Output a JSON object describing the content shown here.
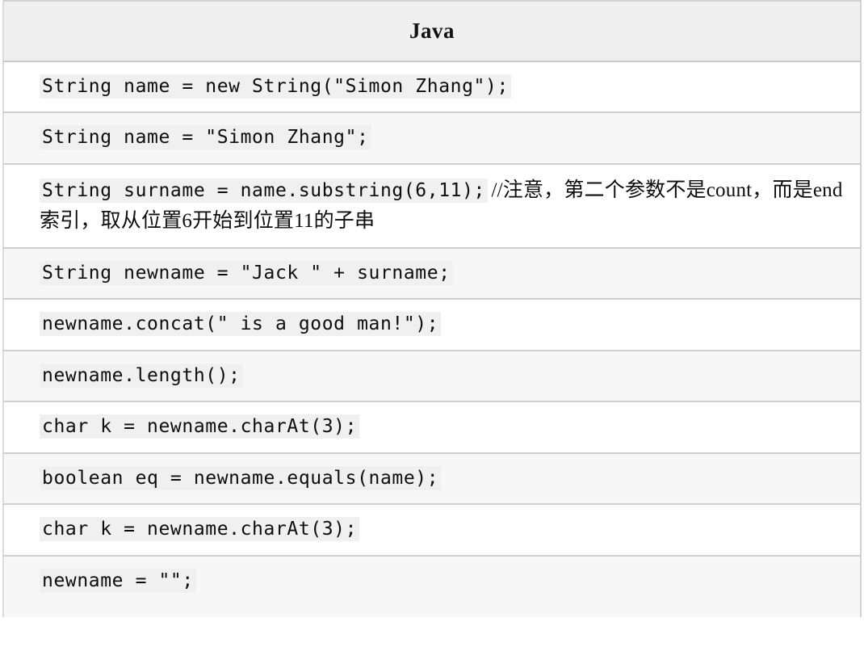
{
  "table": {
    "header": {
      "title": "Java"
    },
    "rows": [
      {
        "code": "String name = new String(\"Simon Zhang\");",
        "comment": ""
      },
      {
        "code": "String name = \"Simon Zhang\";",
        "comment": ""
      },
      {
        "code": "String surname = name.substring(6,11);",
        "comment": "//注意，第二个参数不是count，而是end索引，取从位置6开始到位置11的子串"
      },
      {
        "code": "String newname = \"Jack \" + surname;",
        "comment": ""
      },
      {
        "code": "newname.concat(\" is a good man!\");",
        "comment": ""
      },
      {
        "code": "newname.length();",
        "comment": ""
      },
      {
        "code": "char k = newname.charAt(3);",
        "comment": ""
      },
      {
        "code": "boolean eq = newname.equals(name);",
        "comment": ""
      },
      {
        "code": "char k = newname.charAt(3);",
        "comment": ""
      },
      {
        "code": "newname = \"\";",
        "comment": ""
      }
    ]
  },
  "colors": {
    "header_background": "#efefef",
    "row_background_odd": "#ffffff",
    "row_background_even": "#f7f7f7",
    "code_highlight": "#f0f0f0",
    "border": "#cfcfcf",
    "text": "#0d0d0d"
  }
}
